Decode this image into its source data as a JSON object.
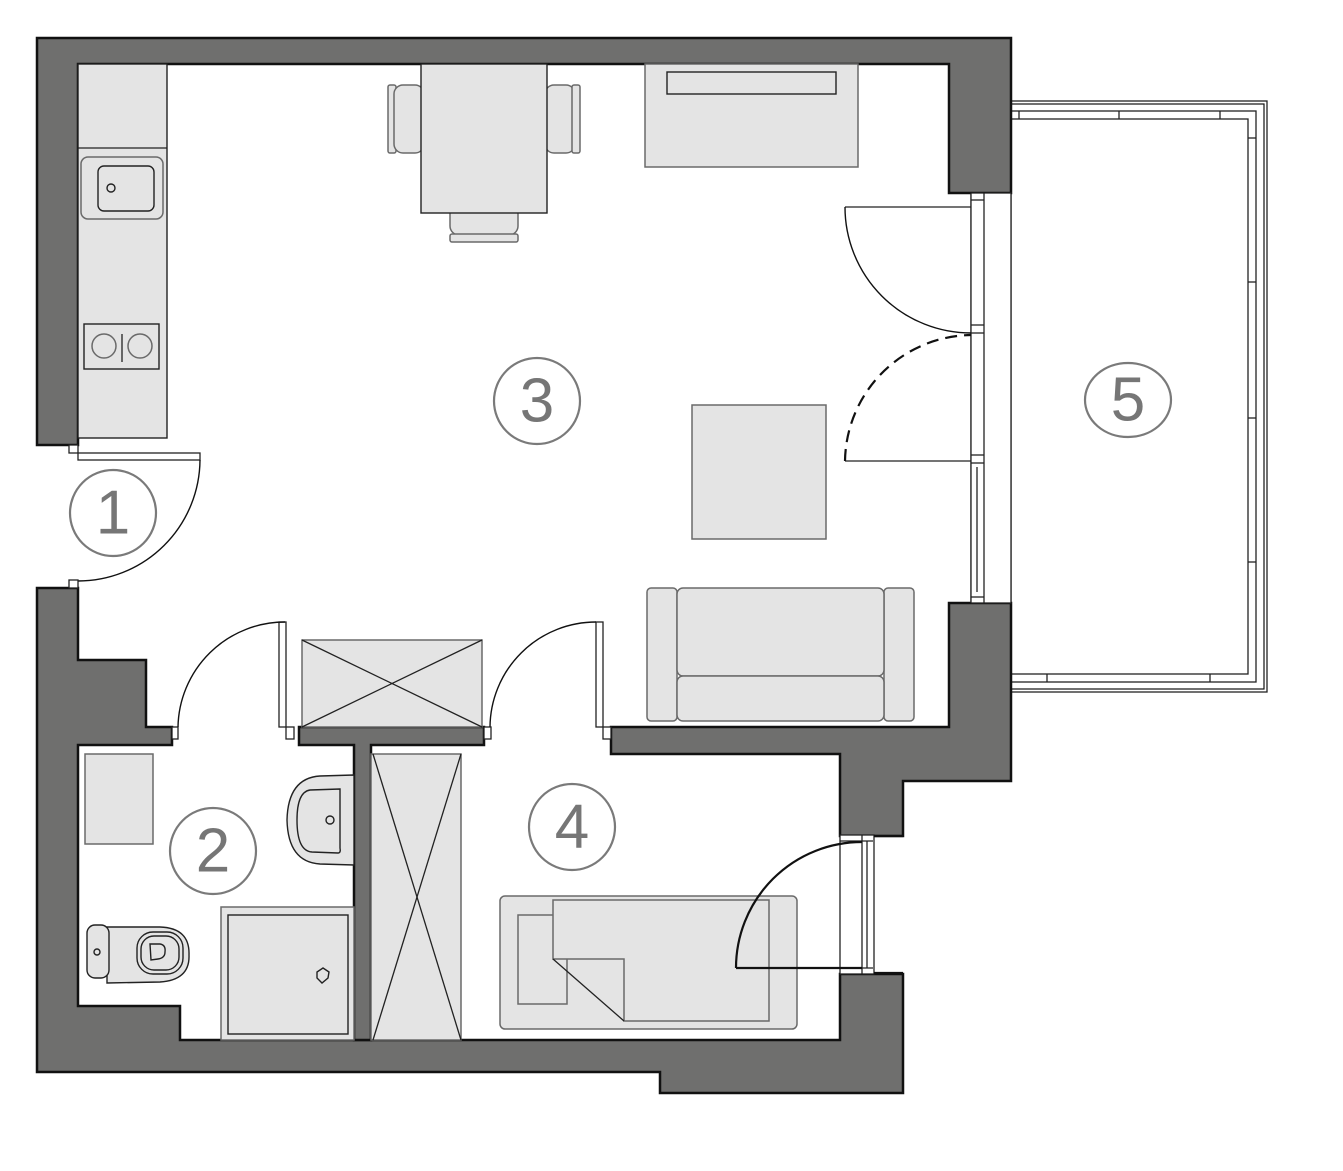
{
  "plan": {
    "type": "apartment-floor-plan",
    "colors": {
      "wall": "#6f6f6e",
      "furniture": "#e4e4e4",
      "label": "#767676",
      "background": "#ffffff"
    },
    "rooms": [
      {
        "number": "1",
        "name": "entrance-hall"
      },
      {
        "number": "2",
        "name": "bathroom"
      },
      {
        "number": "3",
        "name": "living-room-with-kitchen"
      },
      {
        "number": "4",
        "name": "bedroom"
      },
      {
        "number": "5",
        "name": "balcony"
      }
    ],
    "labels": {
      "room1": "1",
      "room2": "2",
      "room3": "3",
      "room4": "4",
      "room5": "5"
    },
    "furniture": [
      "kitchen-counter",
      "kitchen-sink",
      "cooktop-two-burner",
      "dining-table",
      "dining-chair",
      "tv-cabinet",
      "coffee-table",
      "sofa",
      "wardrobe",
      "bath-cabinet",
      "washbasin",
      "toilet",
      "shower-tray",
      "bed"
    ]
  }
}
